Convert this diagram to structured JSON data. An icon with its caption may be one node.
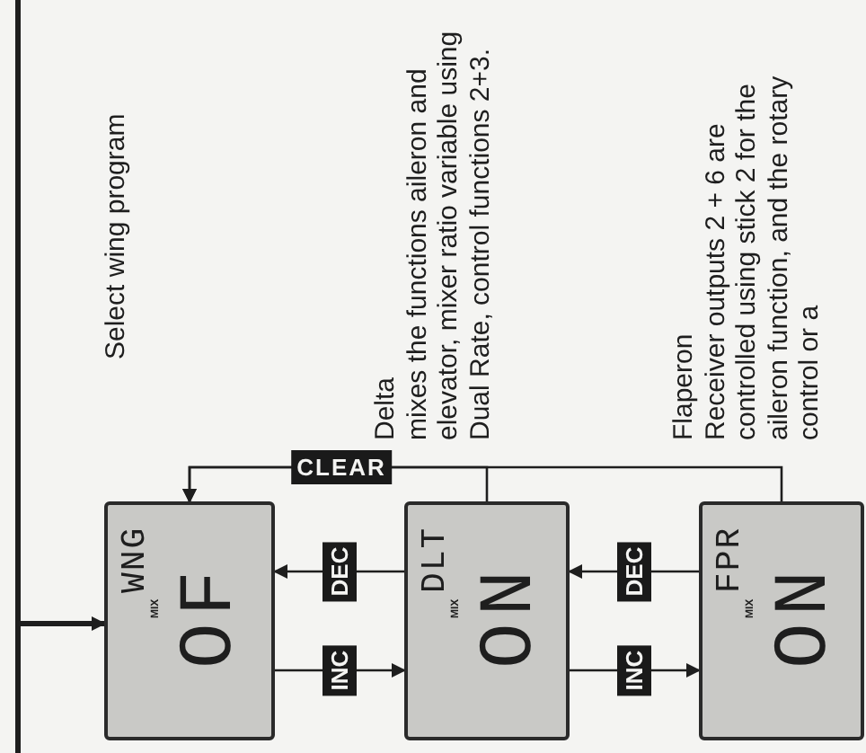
{
  "diagram": {
    "nodes": [
      {
        "text": [
          "MIX",
          "WNG",
          "OF"
        ]
      },
      {
        "text": [
          "MIX",
          "DLT",
          "ON"
        ],
        "beside": [
          "Delta",
          "mixes the functions aileron and elevator, mixer ratio variable using Dual Rate, control functions 2+3."
        ]
      },
      {
        "text": [
          "MIX",
          "FPR",
          "ON"
        ],
        "beside": [
          "Flaperon",
          "Receiver outputs 2 + 6 are controlled using stick 2 for the aileron function, and the rotary control or a"
        ]
      }
    ],
    "edges": [
      {
        "from": null,
        "to": 0,
        "arrow": "to",
        "style": "thick"
      },
      {
        "from": 0,
        "to": 1,
        "arrow": "to",
        "label": "INC"
      },
      {
        "from": 1,
        "to": 0,
        "arrow": "to",
        "label": "DEC"
      },
      {
        "from": 1,
        "to": 2,
        "arrow": "to",
        "label": "INC"
      },
      {
        "from": 2,
        "to": 1,
        "arrow": "to",
        "label": "DEC"
      },
      {
        "from": 1,
        "to": 0,
        "arrow": "to",
        "label": "CLEAR"
      },
      {
        "from": 2,
        "to": 0,
        "arrow": "to"
      }
    ],
    "labels": [
      "Select wing program"
    ]
  }
}
